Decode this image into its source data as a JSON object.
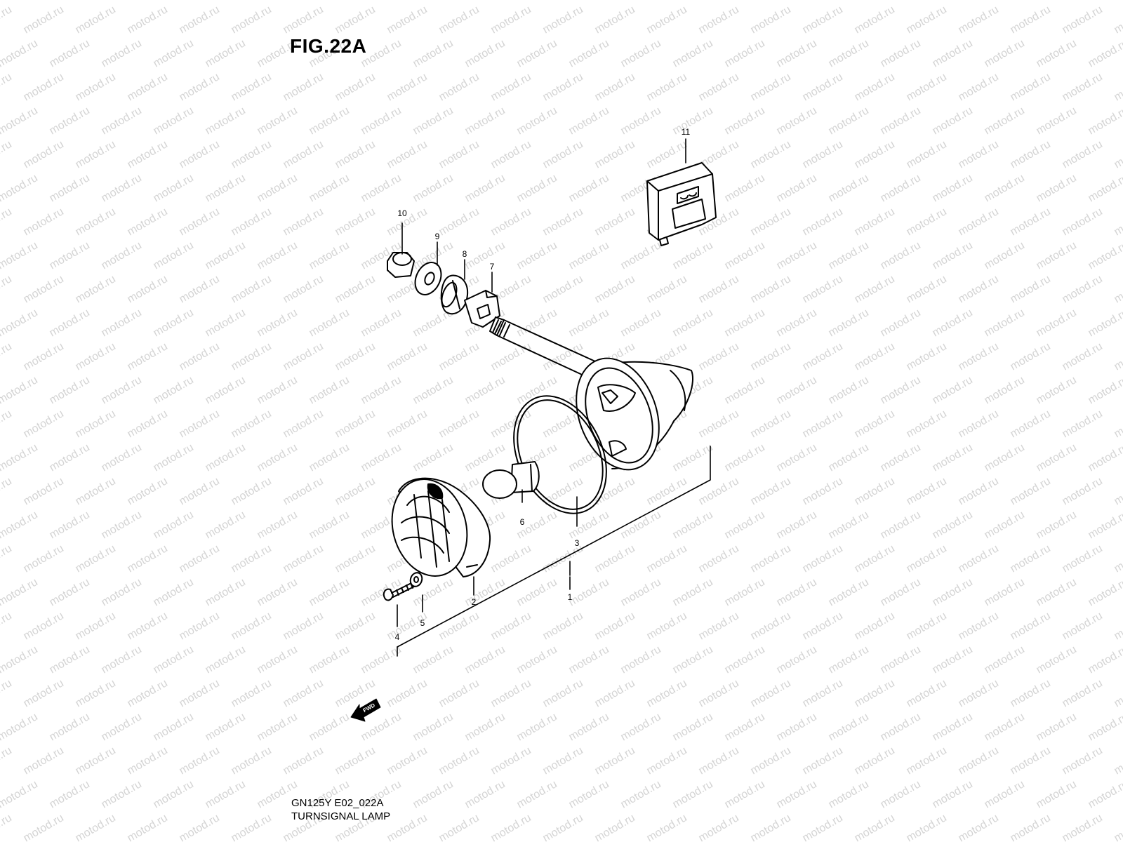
{
  "figure": {
    "title": "FIG.22A"
  },
  "footer": {
    "code": "GN125Y E02_022A",
    "name": "TURNSIGNAL LAMP"
  },
  "watermark": {
    "text": "motod.ru",
    "color": "#d4d4d4"
  },
  "fwd_label": "FWD",
  "callouts": [
    {
      "id": "1",
      "label": "1"
    },
    {
      "id": "2",
      "label": "2"
    },
    {
      "id": "3",
      "label": "3"
    },
    {
      "id": "4",
      "label": "4"
    },
    {
      "id": "5",
      "label": "5"
    },
    {
      "id": "6",
      "label": "6"
    },
    {
      "id": "7",
      "label": "7"
    },
    {
      "id": "8",
      "label": "8"
    },
    {
      "id": "9",
      "label": "9"
    },
    {
      "id": "10",
      "label": "10"
    },
    {
      "id": "11",
      "label": "11"
    }
  ]
}
